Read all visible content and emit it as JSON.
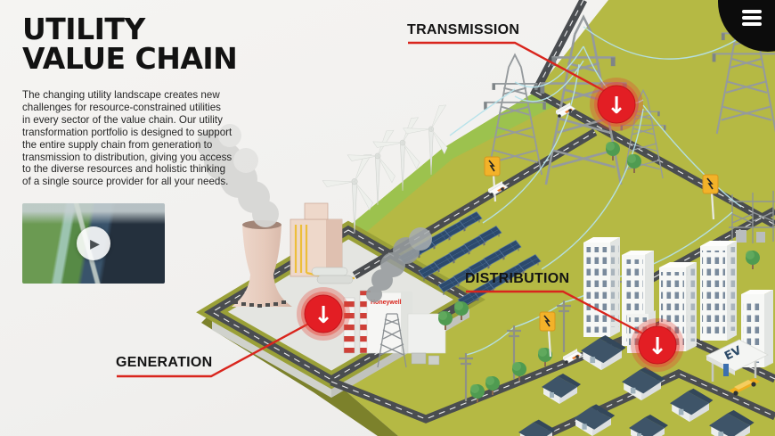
{
  "header": {
    "title_line1": "UTILITY",
    "title_line2": "VALUE CHAIN",
    "description": "The changing utility landscape creates new\nchallenges for resource-constrained utilities\nin every sector of the value chain. Our utility\ntransformation portfolio is designed to support\nthe entire supply chain from generation to\ntransmission to distribution, giving you access\nto the diverse resources and holistic thinking\nof a single source provider for all your needs."
  },
  "sections": {
    "transmission": {
      "label": "TRANSMISSION"
    },
    "distribution": {
      "label": "DISTRIBUTION"
    },
    "generation": {
      "label": "GENERATION"
    }
  },
  "markers": {
    "arrow_glyph": "↓"
  },
  "video": {
    "play_glyph": "▶"
  },
  "menu": {
    "icon": "hamburger-menu"
  },
  "illustration": {
    "plant_logo": "Honeywell",
    "ev_canopy_sign": "EV"
  },
  "colors": {
    "background": "#F2F1EF",
    "accent_red": "#D9251D",
    "marker_red": "#E31E24",
    "field_olive": "#B5B944",
    "field_lime": "#9CC24E",
    "road_gray": "#4A4D50",
    "solar_navy": "#2C4A6D",
    "wire_blue": "#B5E2EA",
    "ev_car_yellow": "#EFAF1F",
    "title_black": "#121212"
  }
}
